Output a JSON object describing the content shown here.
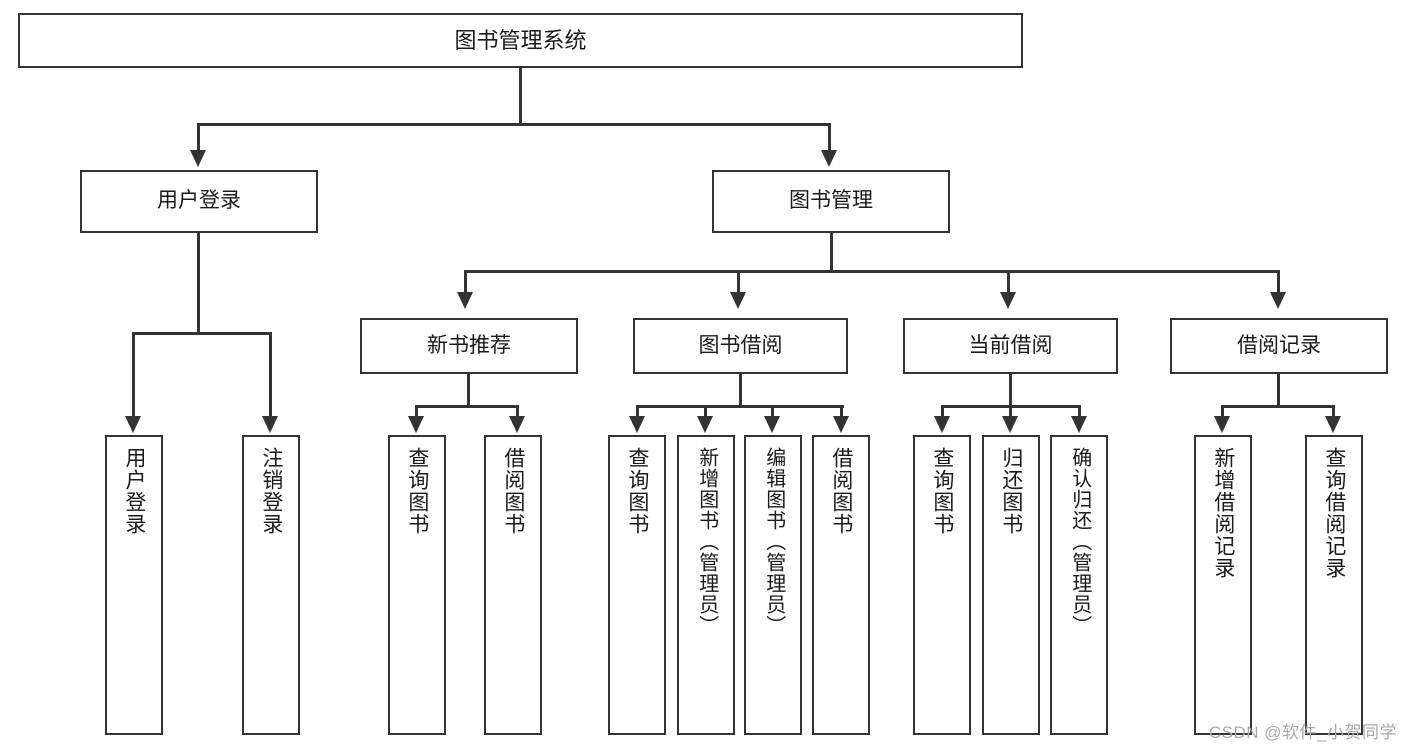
{
  "diagram": {
    "title_node": {
      "label": "图书管理系统"
    },
    "level1": [
      {
        "id": "user-login",
        "label": "用户登录"
      },
      {
        "id": "book-management",
        "label": "图书管理"
      }
    ],
    "level2": [
      {
        "id": "new-book-recommend",
        "label": "新书推荐"
      },
      {
        "id": "book-borrow",
        "label": "图书借阅"
      },
      {
        "id": "current-borrow",
        "label": "当前借阅"
      },
      {
        "id": "borrow-record",
        "label": "借阅记录"
      }
    ],
    "leaves": {
      "user_login": [
        {
          "id": "leaf-user-login",
          "label": "用户登录"
        },
        {
          "id": "leaf-logout-login",
          "label": "注销登录"
        }
      ],
      "new_book_recommend": [
        {
          "id": "leaf-query-book-1",
          "label": "查询图书"
        },
        {
          "id": "leaf-borrow-book-1",
          "label": "借阅图书"
        }
      ],
      "book_borrow": [
        {
          "id": "leaf-query-book-2",
          "label": "查询图书"
        },
        {
          "id": "leaf-add-book",
          "label": "新增图书（管理员）"
        },
        {
          "id": "leaf-edit-book",
          "label": "编辑图书（管理员）"
        },
        {
          "id": "leaf-borrow-book-2",
          "label": "借阅图书"
        }
      ],
      "current_borrow": [
        {
          "id": "leaf-query-book-3",
          "label": "查询图书"
        },
        {
          "id": "leaf-return-book",
          "label": "归还图书"
        },
        {
          "id": "leaf-confirm-return",
          "label": "确认归还（管理员）"
        }
      ],
      "borrow_record": [
        {
          "id": "leaf-add-record",
          "label": "新增借阅记录"
        },
        {
          "id": "leaf-query-record",
          "label": "查询借阅记录"
        }
      ]
    }
  },
  "watermark": {
    "text": "CSDN @软件_小贺同学"
  },
  "colors": {
    "stroke": "#333333",
    "fill": "#ffffff",
    "text": "#1a1a1a",
    "watermark": "#a9a9a9"
  }
}
